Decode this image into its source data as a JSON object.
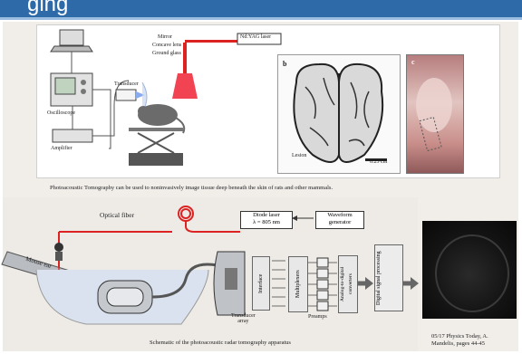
{
  "header": {
    "title_fragment": "ging"
  },
  "top": {
    "lab": {
      "oscilloscope": "Oscilloscope",
      "amplifier": "Amplifier",
      "transducer": "Transducer",
      "mirror": "Mirror",
      "concave_lens": "Concave lens",
      "ground_glass": "Ground glass",
      "laser": "Nd:YAG laser"
    },
    "panel_b": {
      "letter": "b",
      "lesion": "Lesion",
      "scale": "0.25 cm"
    },
    "panel_c": {
      "letter": "c"
    },
    "caption": "Photoacoustic Tomography can be used to noninvasively image tissue deep beneath the skin of rats and other mammals."
  },
  "bottom": {
    "optical_fiber": "Optical fiber",
    "diode_laser_1": "Diode laser",
    "diode_laser_2": "λ = 805 nm",
    "waveform_1": "Waveform",
    "waveform_2": "generator",
    "mouse_ear": "Mouse ear",
    "transducer_1": "Transducer",
    "transducer_2": "array",
    "interface": "Interface",
    "multiplexers": "Multiplexers",
    "preamps": "Preamps",
    "adc": "Analog-to-digital converters",
    "dsp": "Digital signal processing",
    "caption": "Schematic of the photoacoustic radar tomography apparatus",
    "credit_1": "05/17 Physics Today, A.",
    "credit_2": "Mandelis, pages 44-45"
  }
}
